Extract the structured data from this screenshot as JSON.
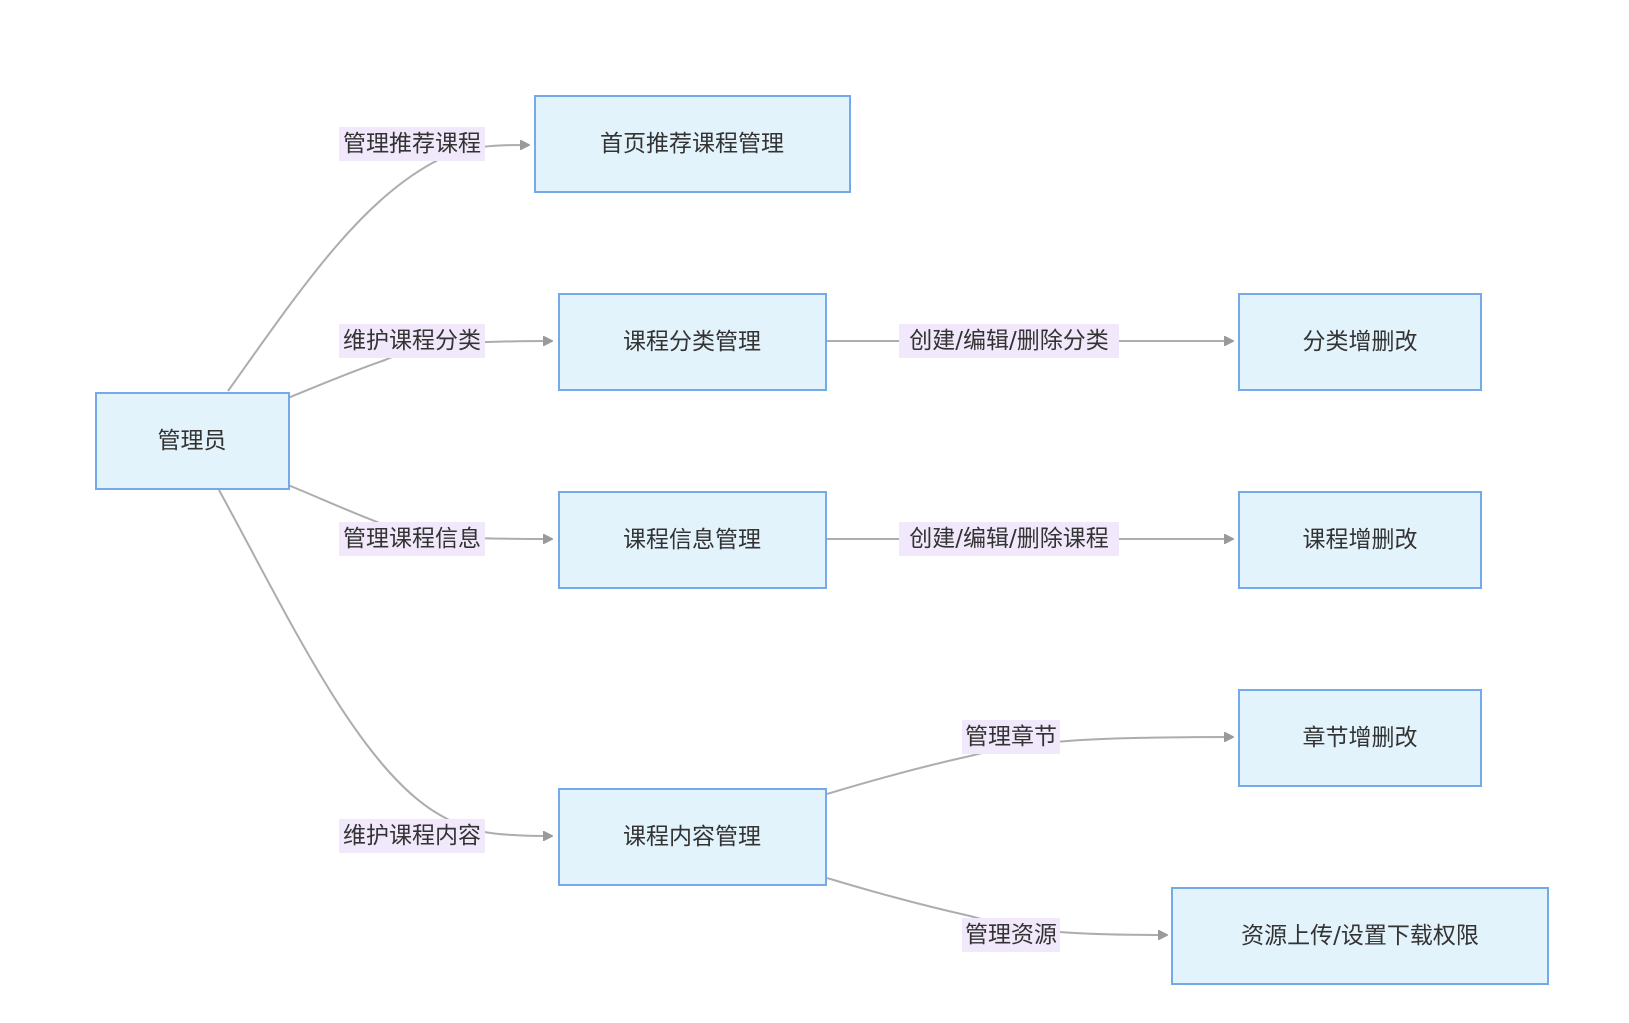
{
  "nodes": {
    "admin": "管理员",
    "home_recommend": "首页推荐课程管理",
    "category_mgmt": "课程分类管理",
    "category_crud": "分类增删改",
    "course_info_mgmt": "课程信息管理",
    "course_crud": "课程增删改",
    "content_mgmt": "课程内容管理",
    "chapter_crud": "章节增删改",
    "resource_upload": "资源上传/设置下载权限"
  },
  "edges": {
    "admin_to_home": "管理推荐课程",
    "admin_to_category": "维护课程分类",
    "admin_to_info": "管理课程信息",
    "admin_to_content": "维护课程内容",
    "category_to_crud": "创建/编辑/删除分类",
    "info_to_crud": "创建/编辑/删除课程",
    "content_to_chapter": "管理章节",
    "content_to_resource": "管理资源"
  },
  "colors": {
    "node_fill": "#e3f3fc",
    "node_stroke": "#74a9ea",
    "edge_stroke": "#adadad",
    "label_fill": "#f1e9fb",
    "text": "#333333"
  }
}
